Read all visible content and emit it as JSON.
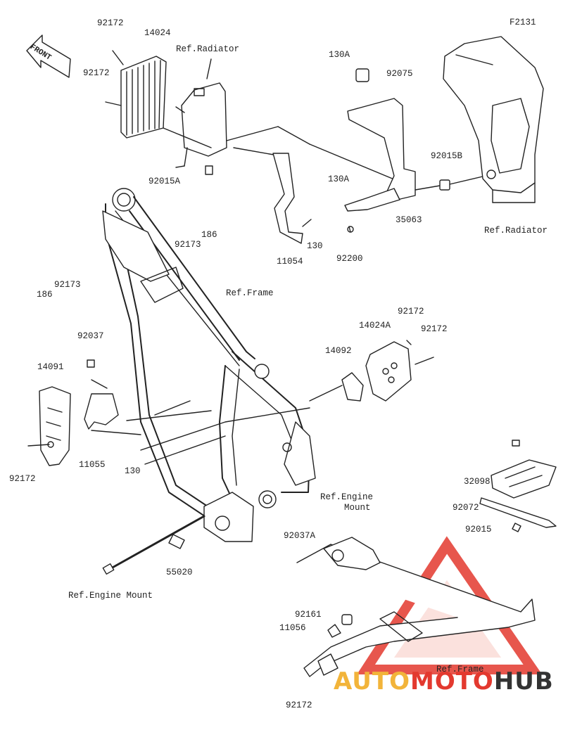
{
  "diagram_code": "F2131",
  "front_marker": "FRONT",
  "parts": [
    {
      "id": "p1",
      "text": "92172"
    },
    {
      "id": "p2",
      "text": "14024"
    },
    {
      "id": "p3",
      "text": "92172"
    },
    {
      "id": "p4",
      "text": "Ref.Radiator"
    },
    {
      "id": "p5",
      "text": "130A"
    },
    {
      "id": "p6",
      "text": "92075"
    },
    {
      "id": "p7",
      "text": "92015A"
    },
    {
      "id": "p8",
      "text": "92015B"
    },
    {
      "id": "p9",
      "text": "130A"
    },
    {
      "id": "p10",
      "text": "35063"
    },
    {
      "id": "p11",
      "text": "Ref.Radiator"
    },
    {
      "id": "p12",
      "text": "186"
    },
    {
      "id": "p13",
      "text": "92173"
    },
    {
      "id": "p14",
      "text": "130"
    },
    {
      "id": "p15",
      "text": "92200"
    },
    {
      "id": "p16",
      "text": "11054"
    },
    {
      "id": "p17",
      "text": "186"
    },
    {
      "id": "p18",
      "text": "92173"
    },
    {
      "id": "p19",
      "text": "Ref.Frame"
    },
    {
      "id": "p20",
      "text": "92172"
    },
    {
      "id": "p21",
      "text": "14024A"
    },
    {
      "id": "p22",
      "text": "92172"
    },
    {
      "id": "p23",
      "text": "92037"
    },
    {
      "id": "p24",
      "text": "14092"
    },
    {
      "id": "p25",
      "text": "14091"
    },
    {
      "id": "p26",
      "text": "92172"
    },
    {
      "id": "p27",
      "text": "11055"
    },
    {
      "id": "p28",
      "text": "130"
    },
    {
      "id": "p29",
      "text": "32098"
    },
    {
      "id": "p30",
      "text": "92072"
    },
    {
      "id": "p31",
      "text": "92015"
    },
    {
      "id": "p32",
      "text": "Ref.Engine"
    },
    {
      "id": "p33",
      "text": "Mount"
    },
    {
      "id": "p34",
      "text": "92037A"
    },
    {
      "id": "p35",
      "text": "55020"
    },
    {
      "id": "p36",
      "text": "Ref.Engine Mount"
    },
    {
      "id": "p37",
      "text": "92161"
    },
    {
      "id": "p38",
      "text": "11056"
    },
    {
      "id": "p39",
      "text": "Ref.Frame"
    },
    {
      "id": "p40",
      "text": "92172"
    }
  ],
  "watermark": {
    "part1": "AUTO",
    "part2": "MOTO",
    "part3": "HUB"
  },
  "colors": {
    "line": "#222222",
    "watermark_red": "#e3392f",
    "watermark_yellow": "#f2b43a",
    "watermark_dark": "#333333"
  }
}
